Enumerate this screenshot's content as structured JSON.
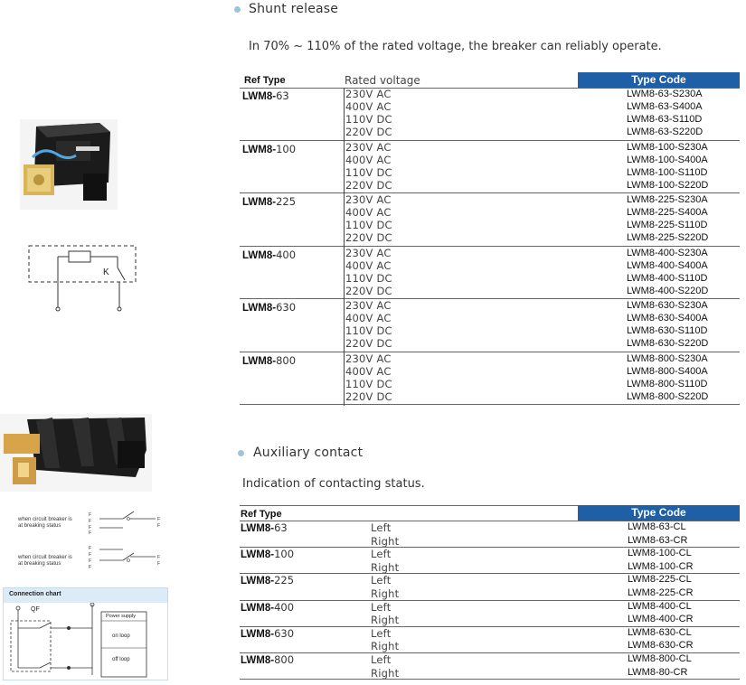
{
  "shunt": {
    "title": "Shunt release",
    "desc": "In 70% ~ 110% of the rated voltage, the breaker can reliably operate.",
    "header": {
      "ref": "Ref Type",
      "voltage": "Rated voltage",
      "code": "Type Code"
    },
    "groups": [
      {
        "ref_b": "LWM8-",
        "ref_n": "63",
        "voltages": [
          "230V AC",
          "400V AC",
          "110V DC",
          "220V DC"
        ],
        "codes": [
          "LWM8-63-S230A",
          "LWM8-63-S400A",
          "LWM8-63-S110D",
          "LWM8-63-S220D"
        ]
      },
      {
        "ref_b": "LWM8-",
        "ref_n": "100",
        "voltages": [
          "230V AC",
          "400V AC",
          "110V DC",
          "220V DC"
        ],
        "codes": [
          "LWM8-100-S230A",
          "LWM8-100-S400A",
          "LWM8-100-S110D",
          "LWM8-100-S220D"
        ]
      },
      {
        "ref_b": "LWM8-",
        "ref_n": "225",
        "voltages": [
          "230V AC",
          "400V AC",
          "110V DC",
          "220V DC"
        ],
        "codes": [
          "LWM8-225-S230A",
          "LWM8-225-S400A",
          "LWM8-225-S110D",
          "LWM8-225-S220D"
        ]
      },
      {
        "ref_b": "LWM8-",
        "ref_n": "400",
        "voltages": [
          "230V AC",
          "400V AC",
          "110V DC",
          "220V DC"
        ],
        "codes": [
          "LWM8-400-S230A",
          "LWM8-400-S400A",
          "LWM8-400-S110D",
          "LWM8-400-S220D"
        ]
      },
      {
        "ref_b": "LWM8-",
        "ref_n": "630",
        "voltages": [
          "230V AC",
          "400V AC",
          "110V DC",
          "220V DC"
        ],
        "codes": [
          "LWM8-630-S230A",
          "LWM8-630-S400A",
          "LWM8-630-S110D",
          "LWM8-630-S220D"
        ]
      },
      {
        "ref_b": "LWM8-",
        "ref_n": "800",
        "voltages": [
          "230V AC",
          "400V AC",
          "110V DC",
          "220V DC"
        ],
        "codes": [
          "LWM8-800-S230A",
          "LWM8-800-S400A",
          "LWM8-800-S110D",
          "LWM8-800-S220D"
        ]
      }
    ]
  },
  "aux": {
    "title": "Auxiliary contact",
    "desc": "Indication of contacting status.",
    "header": {
      "ref": "Ref Type",
      "code": "Type Code"
    },
    "groups": [
      {
        "ref_b": "LWM8-",
        "ref_n": "63",
        "sides": [
          "Left",
          "Right"
        ],
        "codes": [
          "LWM8-63-CL",
          "LWM8-63-CR"
        ]
      },
      {
        "ref_b": "LWM8-",
        "ref_n": "100",
        "sides": [
          "Left",
          "Right"
        ],
        "codes": [
          "LWM8-100-CL",
          "LWM8-100-CR"
        ]
      },
      {
        "ref_b": "LWM8-",
        "ref_n": "225",
        "sides": [
          "Left",
          "Right"
        ],
        "codes": [
          "LWM8-225-CL",
          "LWM8-225-CR"
        ]
      },
      {
        "ref_b": "LWM8-",
        "ref_n": "400",
        "sides": [
          "Left",
          "Right"
        ],
        "codes": [
          "LWM8-400-CL",
          "LWM8-400-CR"
        ]
      },
      {
        "ref_b": "LWM8-",
        "ref_n": "630",
        "sides": [
          "Left",
          "Right"
        ],
        "codes": [
          "LWM8-630-CL",
          "LWM8-630-CR"
        ]
      },
      {
        "ref_b": "LWM8-",
        "ref_n": "800",
        "sides": [
          "Left",
          "Right"
        ],
        "codes": [
          "LWM8-800-CL",
          "LWM8-80-CR"
        ]
      }
    ]
  },
  "diagrams": {
    "shunt_k": "K",
    "aux_caption_1": [
      "when circuit breaker is",
      "at breaking status"
    ],
    "aux_caption_2": [
      "when circuit breaker is",
      "at breaking status"
    ],
    "connection_title": "Connection chart",
    "qf": "QF",
    "power_supply": "Power supply",
    "on_loop": "on loop",
    "off_loop": "off loop"
  },
  "colors": {
    "type_code_bg": "#1f5fa6",
    "bullet": "#9ec3dc",
    "conn_header": "#dcebf5"
  }
}
